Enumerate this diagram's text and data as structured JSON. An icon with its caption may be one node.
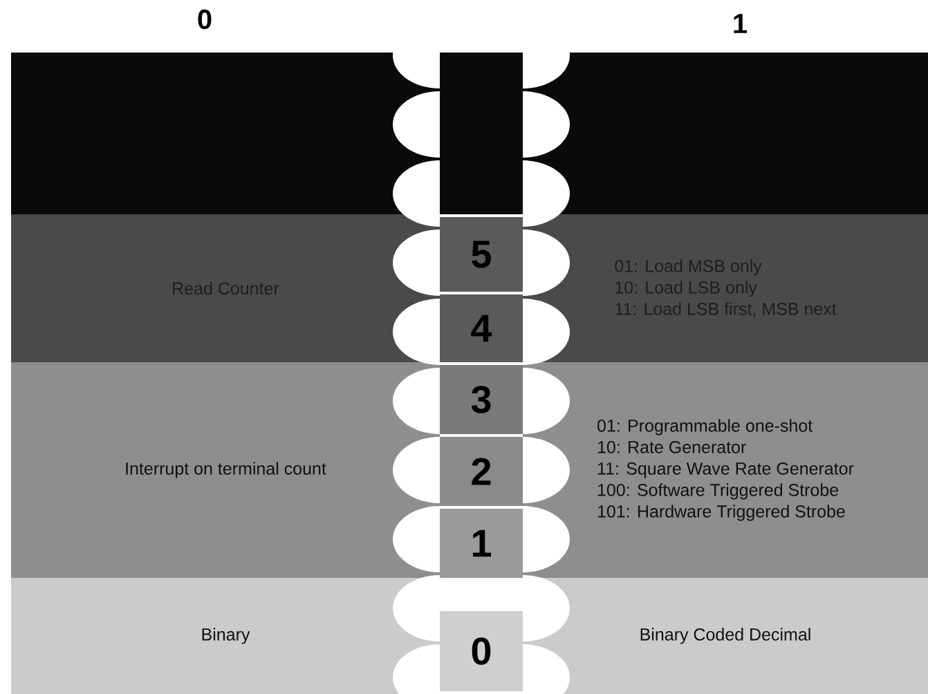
{
  "diagram": {
    "nodes": [
      {
        "text": [],
        "shape": "box"
      },
      {
        "text": [],
        "shape": "box"
      },
      {
        "text": [],
        "shape": "box"
      },
      {
        "text": [
          "Read Counter"
        ]
      },
      {
        "text": [
          "5"
        ]
      },
      {
        "text": [
          "01: Load MSB only",
          "10: Load LSB only",
          "11: Load LSB first, MSB next"
        ]
      },
      {
        "text": [
          "4"
        ]
      },
      {
        "text": [
          "Interrupt on terminal count"
        ]
      },
      {
        "text": [
          "3"
        ]
      },
      {
        "text": [
          "2"
        ]
      },
      {
        "text": [
          "01: Programmable one-shot",
          "10: Rate Generator",
          "11: Square Wave Rate Generator",
          "100: Software Triggered Strobe",
          "101: Hardware Triggered Strobe"
        ]
      },
      {
        "text": [
          "1"
        ]
      },
      {
        "text": [
          "Binary"
        ]
      },
      {
        "text": [
          "0"
        ]
      },
      {
        "text": [
          "Binary Coded Decimal"
        ]
      }
    ],
    "labels": [
      "0",
      "1"
    ]
  }
}
